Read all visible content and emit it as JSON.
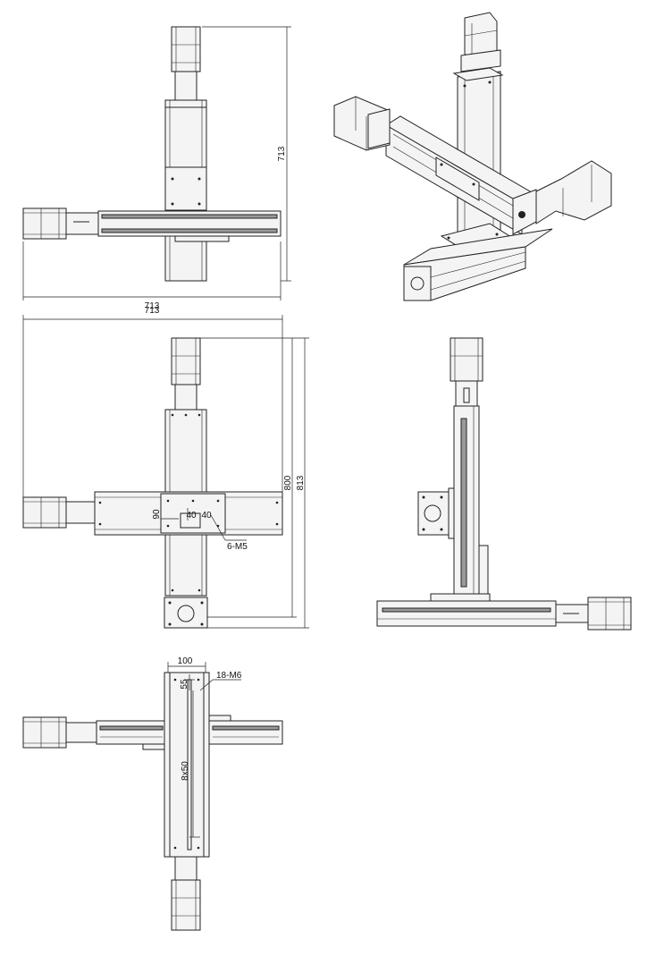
{
  "views": {
    "top": {
      "width_dim": "713",
      "height_dim": "713"
    },
    "front": {
      "width_dim": "713",
      "height_outer_dim": "813",
      "height_inner_dim": "800",
      "carriage_height_dim": "90",
      "hole_spacing_a": "40",
      "hole_spacing_b": "40",
      "thread_note": "6-M5"
    },
    "side": {},
    "bottom": {
      "plate_width_dim": "100",
      "edge_offset_dim": "55",
      "pitch_dim": "8x50",
      "thread_note": "18-M6"
    },
    "iso": {}
  },
  "colors": {
    "line": "#222222",
    "rail_shade": "#9a9a9a",
    "paper": "#ffffff"
  }
}
